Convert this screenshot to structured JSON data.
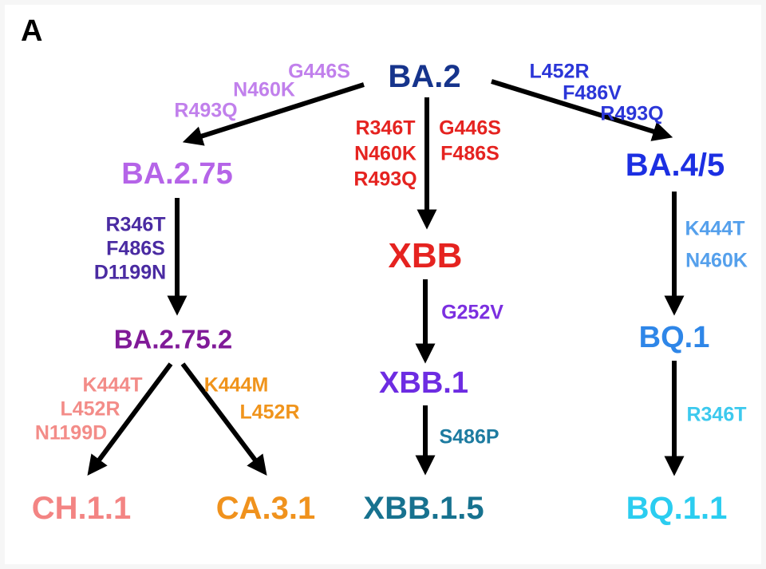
{
  "panel": {
    "label": "A"
  },
  "nodes": {
    "ba2": {
      "label": "BA.2",
      "color": "#16348c"
    },
    "ba275": {
      "label": "BA.2.75",
      "color": "#b564e8"
    },
    "ba2752": {
      "label": "BA.2.75.2",
      "color": "#801a98"
    },
    "ch11": {
      "label": "CH.1.1",
      "color": "#f38483"
    },
    "ca31": {
      "label": "CA.3.1",
      "color": "#f0921d"
    },
    "xbb": {
      "label": "XBB",
      "color": "#e52320"
    },
    "xbb1": {
      "label": "XBB.1",
      "color": "#6d2ce2"
    },
    "xbb15": {
      "label": "XBB.1.5",
      "color": "#17728f"
    },
    "ba45": {
      "label": "BA.4/5",
      "color": "#1c2fe2"
    },
    "bq1": {
      "label": "BQ.1",
      "color": "#2e86e8"
    },
    "bq11": {
      "label": "BQ.1.1",
      "color": "#2bcdf0"
    }
  },
  "edges": {
    "ba2_to_ba275": {
      "mutations": [
        "G446S",
        "N460K",
        "R493Q"
      ],
      "color": "#c180ec"
    },
    "ba2_to_xbb": {
      "mutations": [
        "R346T",
        "N460K",
        "R493Q",
        "G446S",
        "F486S"
      ],
      "color": "#e52320"
    },
    "ba2_to_ba45": {
      "mutations": [
        "L452R",
        "F486V",
        "R493Q"
      ],
      "color": "#2b36d8"
    },
    "ba275_to_ba2752": {
      "mutations": [
        "R346T",
        "F486S",
        "D1199N"
      ],
      "color": "#4a2ba2"
    },
    "ba2752_to_ch11": {
      "mutations": [
        "K444T",
        "L452R",
        "N1199D"
      ],
      "color": "#f38c88"
    },
    "ba2752_to_ca31": {
      "mutations": [
        "K444M",
        "L452R"
      ],
      "color": "#f0941c"
    },
    "xbb_to_xbb1": {
      "mutations": [
        "G252V"
      ],
      "color": "#7b2fe0"
    },
    "xbb1_to_xbb15": {
      "mutations": [
        "S486P"
      ],
      "color": "#1d7ba0"
    },
    "ba45_to_bq1": {
      "mutations": [
        "K444T",
        "N460K"
      ],
      "color": "#55a0ec"
    },
    "bq1_to_bq11": {
      "mutations": [
        "R346T"
      ],
      "color": "#3cc9ee"
    }
  }
}
